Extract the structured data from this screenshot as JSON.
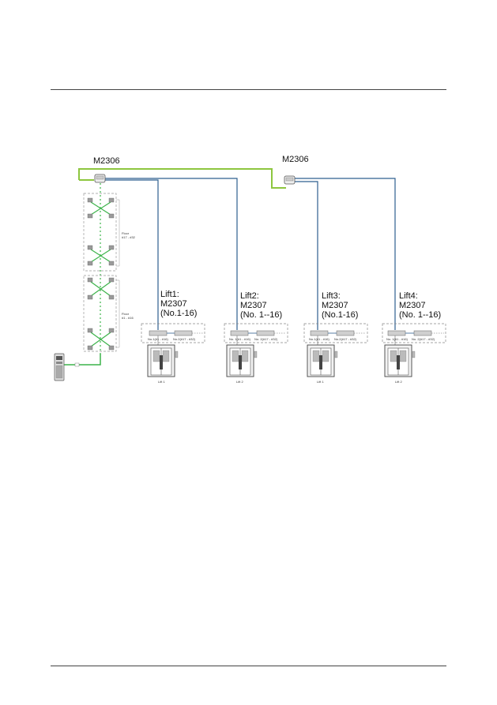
{
  "labels": {
    "m2306_left": "M2306",
    "m2306_right": "M2306",
    "lift1": "Lift1:\nM2307\n(No.1-16)",
    "lift2": "Lift2:\nM2307\n(No. 1--16)",
    "lift3": "Lift3:\nM2307\n(No.1-16)",
    "lift4": "Lift4:\nM2307\n(No. 1--16)"
  },
  "floor_labels": {
    "upper": "Floor\n#17 - #32",
    "lower": "Floor\n#1 - #16"
  },
  "relay_labels": {
    "lift1": [
      "No.1(#1 - #16)",
      "No.2(#17 - #32)"
    ],
    "lift2": [
      "No. 1(#1 - #16)",
      "No. 2(#17 - #32)"
    ],
    "lift3": [
      "No.1(#1 - #16)",
      "No.2(#17 - #32)"
    ],
    "lift4": [
      "No. 1(#1 - #16)",
      "No. 2(#17 - #32)"
    ]
  },
  "lift_car_labels": [
    "Lift 1",
    "Lift 2",
    "Lift 1",
    "Lift 2"
  ],
  "colors": {
    "network_line": "#8dc63f",
    "rs485_line": "#2e5f8f",
    "cross_line": "#3cb34a",
    "box_border": "#888888",
    "rule": "#444444"
  }
}
